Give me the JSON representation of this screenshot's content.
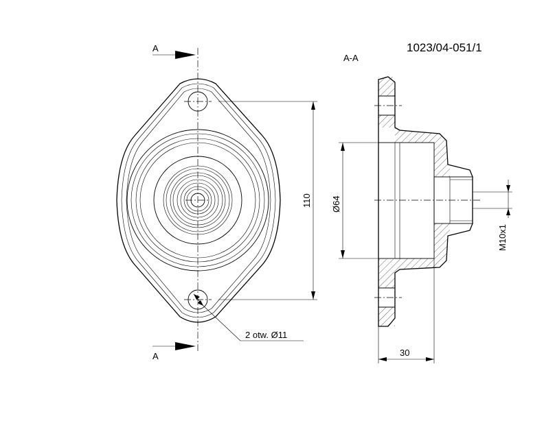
{
  "drawing_number": "1023/04-051/1",
  "section_label": "A-A",
  "cut_marker_label": "A",
  "dimensions": {
    "height": "110",
    "bore_diameter": "Ø64",
    "thread": "M10x1",
    "depth": "30",
    "holes_note": "2 otw. Ø11"
  }
}
